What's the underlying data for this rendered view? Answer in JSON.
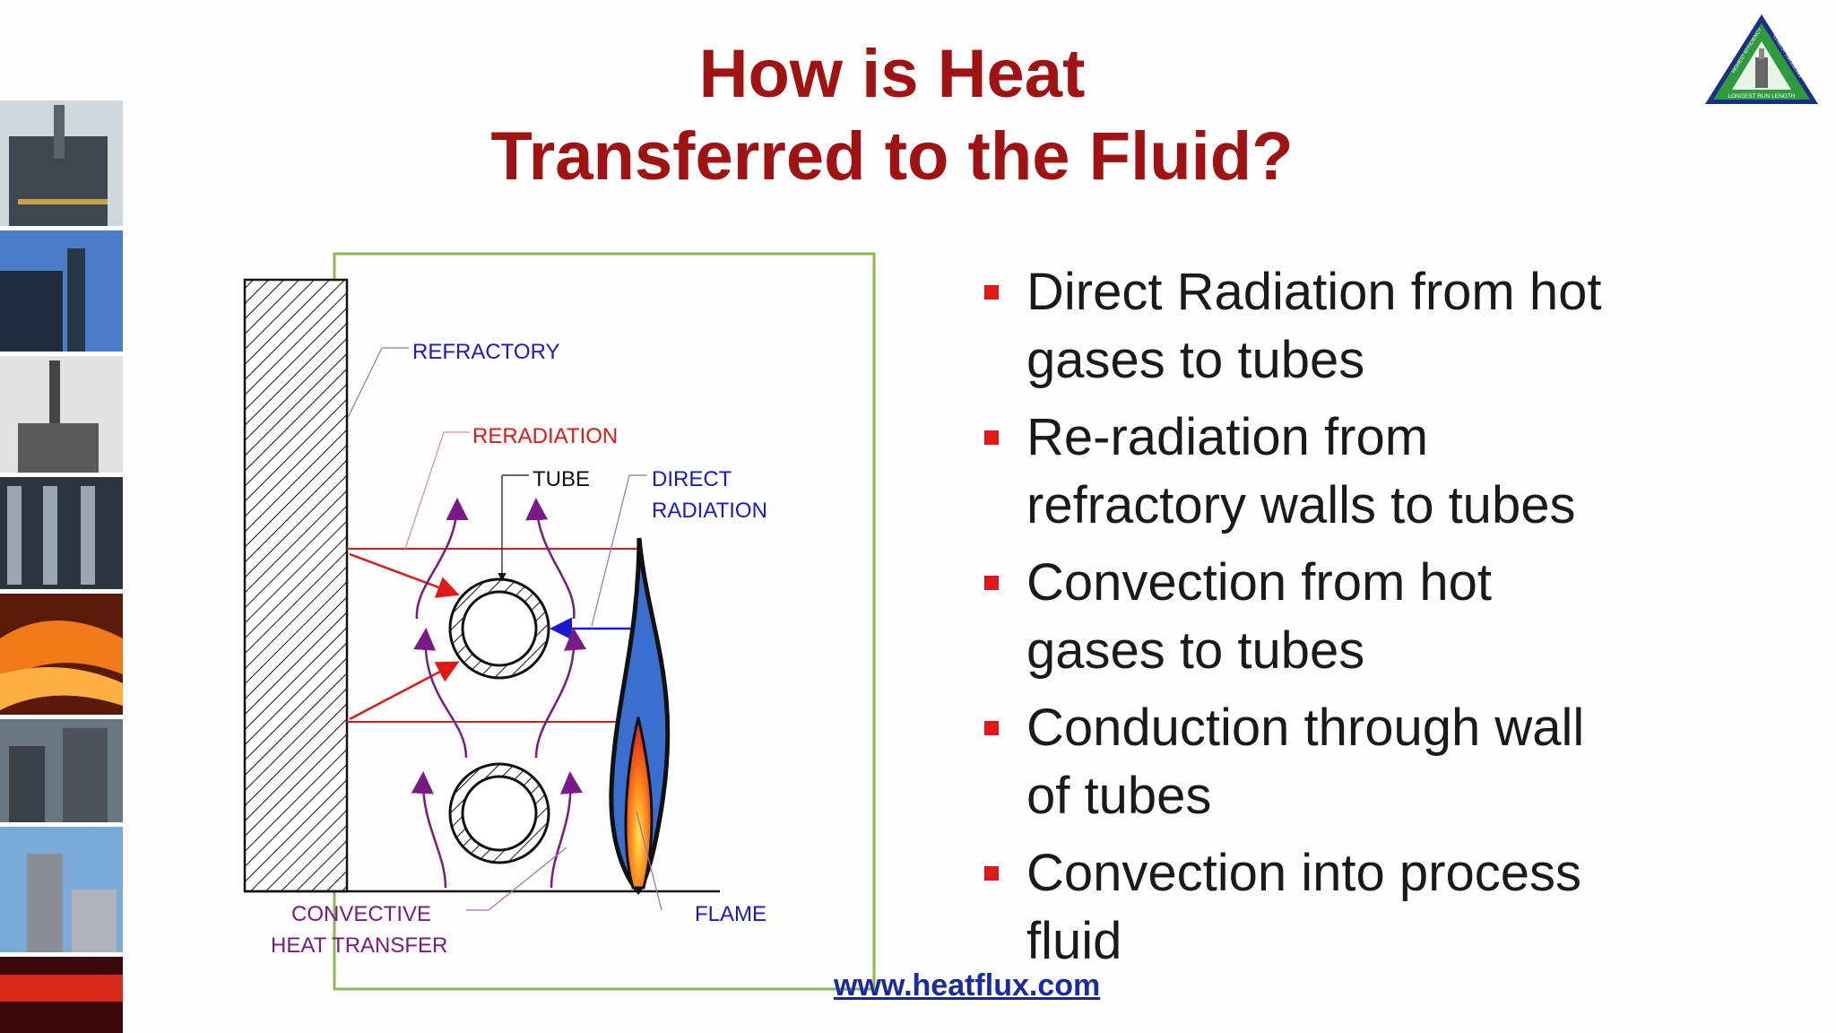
{
  "slide": {
    "title_line1": "How is Heat",
    "title_line2": "Transferred to the Fluid?",
    "url": "www.heatflux.com"
  },
  "logo": {
    "text_top": "HIGHEST EFFICIENCY",
    "text_right": "LOWEST EMISSIONS",
    "text_bottom": "LONGEST RUN LENGTH",
    "colors": {
      "fill": "#2e9b3c",
      "border": "#1b2f86"
    }
  },
  "diagram": {
    "labels": {
      "refractory": "REFRACTORY",
      "reradiation": "RERADIATION",
      "tube": "TUBE",
      "direct_1": "DIRECT",
      "direct_2": "RADIATION",
      "convective_1": "CONVECTIVE",
      "convective_2": "HEAT TRANSFER",
      "flame": "FLAME"
    },
    "colors": {
      "frame": "#8db84e",
      "refractory_label": "#1a1acc",
      "reradiation": "#e01818",
      "direct": "#1a1acc",
      "convective": "#7a1a86"
    }
  },
  "bullets": [
    {
      "line1": "Direct Radiation from hot",
      "line2": "gases to tubes"
    },
    {
      "line1": "Re-radiation from",
      "line2": "refractory walls to tubes"
    },
    {
      "line1": "Convection from hot",
      "line2": "gases to tubes"
    },
    {
      "line1": "Conduction through wall",
      "line2": "of tubes"
    },
    {
      "line1": "Convection into process",
      "line2": "fluid"
    }
  ]
}
